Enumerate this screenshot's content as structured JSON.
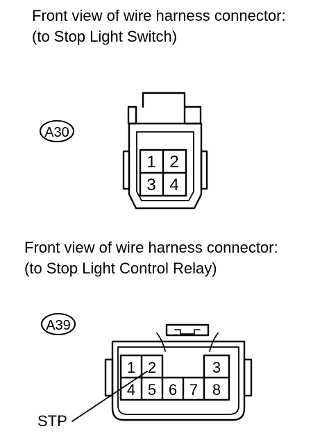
{
  "connectors": [
    {
      "caption_line1": "Front view of wire harness connector:",
      "caption_line2": "(to Stop Light Switch)",
      "id": "A30",
      "pins": [
        "1",
        "2",
        "3",
        "4"
      ]
    },
    {
      "caption_line1": "Front view of wire harness connector:",
      "caption_line2": "(to Stop Light Control Relay)",
      "id": "A39",
      "pins": [
        "1",
        "2",
        "3",
        "4",
        "5",
        "6",
        "7",
        "8"
      ],
      "callout": "STP"
    }
  ]
}
